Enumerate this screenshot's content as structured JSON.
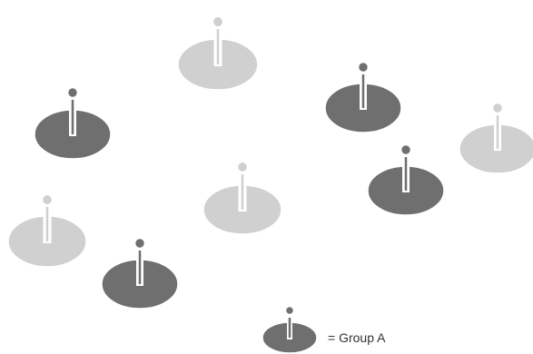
{
  "legend": {
    "label": "= Group A",
    "group": "A"
  },
  "colors": {
    "group_a": "#6f6f6f",
    "other": "#d0d0d0",
    "outline": "#ffffff",
    "background": "#ffffff"
  },
  "pins": [
    {
      "name": "pin-1",
      "group": "A"
    },
    {
      "name": "pin-2",
      "group": "other"
    },
    {
      "name": "pin-3",
      "group": "A"
    },
    {
      "name": "pin-4",
      "group": "other"
    },
    {
      "name": "pin-5",
      "group": "A"
    },
    {
      "name": "pin-6",
      "group": "other"
    },
    {
      "name": "pin-7",
      "group": "other"
    },
    {
      "name": "pin-8",
      "group": "A"
    }
  ]
}
